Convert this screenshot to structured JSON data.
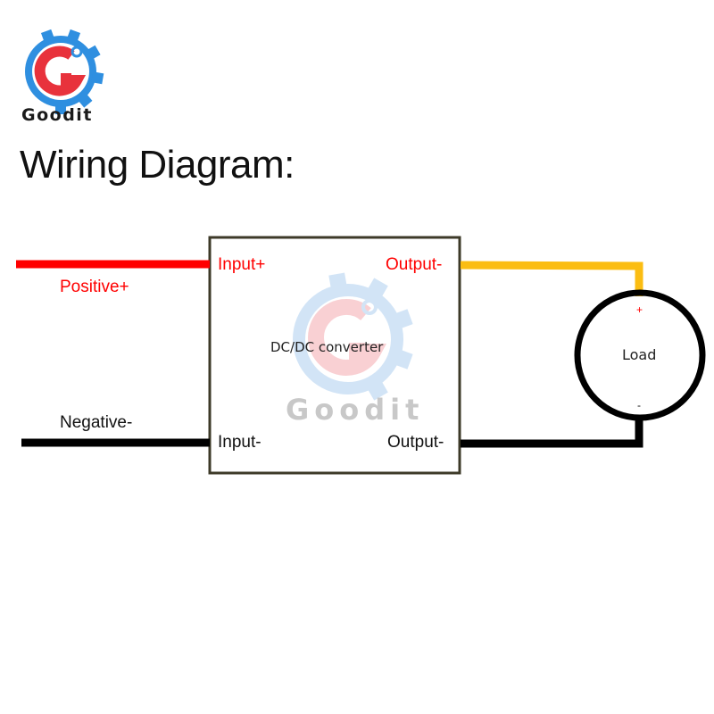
{
  "brand": {
    "name": "Goodit",
    "colors": {
      "gear": "#2f8fe0",
      "g": "#e8323c"
    }
  },
  "title": "Wiring Diagram:",
  "converter": {
    "label": "DC/DC converter",
    "watermark": "Goodit",
    "terminals": {
      "input_pos": "Input+",
      "output_top": "Output-",
      "input_neg": "Input-",
      "output_bottom": "Output-"
    }
  },
  "wires": {
    "positive_label": "Positive+",
    "negative_label": "Negative-",
    "colors": {
      "positive": "#ff0000",
      "negative": "#000000",
      "output": "#fbbd12"
    }
  },
  "load": {
    "label": "Load",
    "plus": "+",
    "minus": "-"
  }
}
